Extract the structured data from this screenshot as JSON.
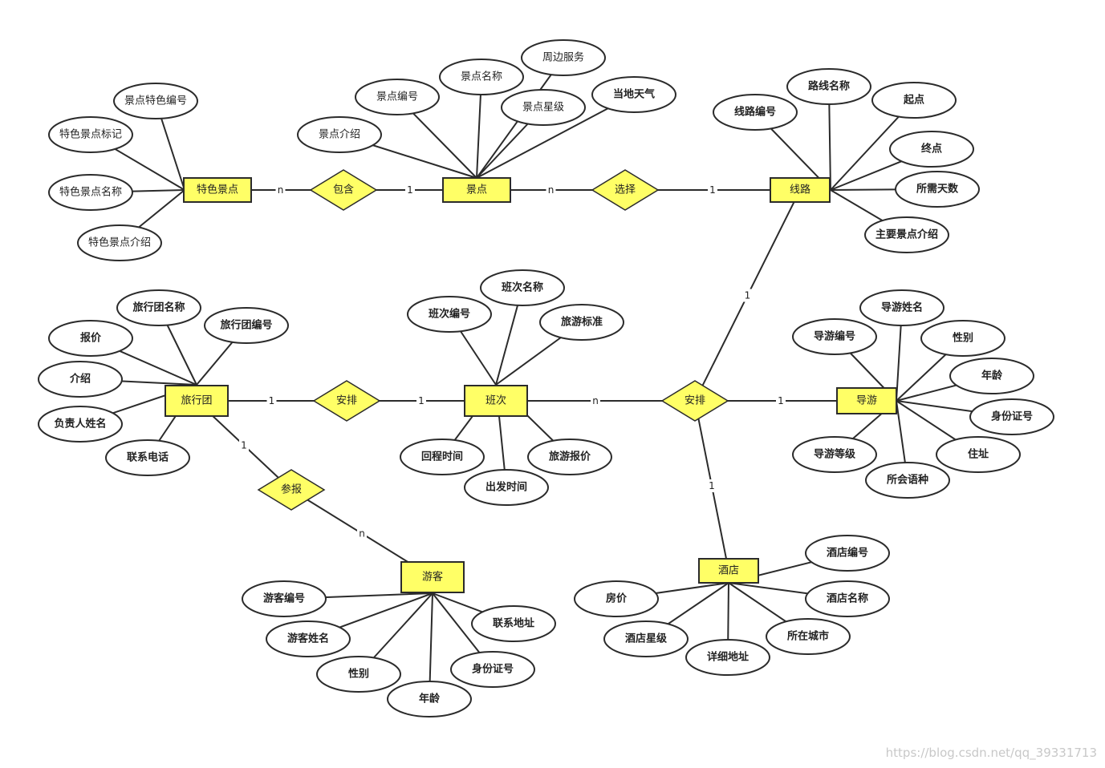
{
  "entities": [
    {
      "id": "tsjd",
      "label": "特色景点"
    },
    {
      "id": "jd",
      "label": "景点"
    },
    {
      "id": "xl",
      "label": "线路"
    },
    {
      "id": "lxt",
      "label": "旅行团"
    },
    {
      "id": "bc",
      "label": "班次"
    },
    {
      "id": "dy",
      "label": "导游"
    },
    {
      "id": "yk",
      "label": "游客"
    },
    {
      "id": "jdian",
      "label": "酒店"
    }
  ],
  "relations": [
    {
      "id": "bh",
      "label": "包含"
    },
    {
      "id": "xz",
      "label": "选择"
    },
    {
      "id": "ap1",
      "label": "安排"
    },
    {
      "id": "ap2",
      "label": "安排"
    },
    {
      "id": "cb",
      "label": "参报"
    }
  ],
  "attributes": [
    {
      "id": "a1",
      "label": "景点特色编号",
      "of": "tsjd"
    },
    {
      "id": "a2",
      "label": "特色景点标记",
      "of": "tsjd"
    },
    {
      "id": "a3",
      "label": "特色景点名称",
      "of": "tsjd"
    },
    {
      "id": "a4",
      "label": "特色景点介绍",
      "of": "tsjd"
    },
    {
      "id": "b1",
      "label": "景点介绍",
      "of": "jd"
    },
    {
      "id": "b2",
      "label": "景点编号",
      "of": "jd"
    },
    {
      "id": "b3",
      "label": "景点名称",
      "of": "jd"
    },
    {
      "id": "b4",
      "label": "周边服务",
      "of": "jd"
    },
    {
      "id": "b5",
      "label": "景点星级",
      "of": "jd"
    },
    {
      "id": "b6",
      "label": "当地天气",
      "of": "jd"
    },
    {
      "id": "c1",
      "label": "线路编号",
      "of": "xl"
    },
    {
      "id": "c2",
      "label": "路线名称",
      "of": "xl"
    },
    {
      "id": "c3",
      "label": "起点",
      "of": "xl"
    },
    {
      "id": "c4",
      "label": "终点",
      "of": "xl"
    },
    {
      "id": "c5",
      "label": "所需天数",
      "of": "xl"
    },
    {
      "id": "c6",
      "label": "主要景点介绍",
      "of": "xl"
    },
    {
      "id": "d1",
      "label": "旅行团名称",
      "of": "lxt"
    },
    {
      "id": "d2",
      "label": "报价",
      "of": "lxt"
    },
    {
      "id": "d3",
      "label": "旅行团编号",
      "of": "lxt"
    },
    {
      "id": "d4",
      "label": "介绍",
      "of": "lxt"
    },
    {
      "id": "d5",
      "label": "负责人姓名",
      "of": "lxt"
    },
    {
      "id": "d6",
      "label": "联系电话",
      "of": "lxt"
    },
    {
      "id": "e1",
      "label": "班次名称",
      "of": "bc"
    },
    {
      "id": "e2",
      "label": "班次编号",
      "of": "bc"
    },
    {
      "id": "e3",
      "label": "旅游标准",
      "of": "bc"
    },
    {
      "id": "e4",
      "label": "回程时间",
      "of": "bc"
    },
    {
      "id": "e5",
      "label": "旅游报价",
      "of": "bc"
    },
    {
      "id": "e6",
      "label": "出发时间",
      "of": "bc"
    },
    {
      "id": "f1",
      "label": "导游姓名",
      "of": "dy"
    },
    {
      "id": "f2",
      "label": "导游编号",
      "of": "dy"
    },
    {
      "id": "f3",
      "label": "性别",
      "of": "dy"
    },
    {
      "id": "f4",
      "label": "年龄",
      "of": "dy"
    },
    {
      "id": "f5",
      "label": "身份证号",
      "of": "dy"
    },
    {
      "id": "f6",
      "label": "导游等级",
      "of": "dy"
    },
    {
      "id": "f7",
      "label": "住址",
      "of": "dy"
    },
    {
      "id": "f8",
      "label": "所会语种",
      "of": "dy"
    },
    {
      "id": "g1",
      "label": "游客编号",
      "of": "yk"
    },
    {
      "id": "g2",
      "label": "游客姓名",
      "of": "yk"
    },
    {
      "id": "g3",
      "label": "联系地址",
      "of": "yk"
    },
    {
      "id": "g4",
      "label": "身份证号",
      "of": "yk"
    },
    {
      "id": "g5",
      "label": "性别",
      "of": "yk"
    },
    {
      "id": "g6",
      "label": "年龄",
      "of": "yk"
    },
    {
      "id": "h1",
      "label": "酒店编号",
      "of": "jdian"
    },
    {
      "id": "h2",
      "label": "酒店名称",
      "of": "jdian"
    },
    {
      "id": "h3",
      "label": "房价",
      "of": "jdian"
    },
    {
      "id": "h4",
      "label": "所在城市",
      "of": "jdian"
    },
    {
      "id": "h5",
      "label": "酒店星级",
      "of": "jdian"
    },
    {
      "id": "h6",
      "label": "详细地址",
      "of": "jdian"
    }
  ],
  "links": [
    {
      "from": "tsjd",
      "to": "bh",
      "card": "n"
    },
    {
      "from": "bh",
      "to": "jd",
      "card": "1"
    },
    {
      "from": "jd",
      "to": "xz",
      "card": "n"
    },
    {
      "from": "xz",
      "to": "xl",
      "card": "1"
    },
    {
      "from": "xl",
      "to": "ap2",
      "card": "1"
    },
    {
      "from": "lxt",
      "to": "ap1",
      "card": "1"
    },
    {
      "from": "ap1",
      "to": "bc",
      "card": "1"
    },
    {
      "from": "bc",
      "to": "ap2",
      "card": "n"
    },
    {
      "from": "ap2",
      "to": "dy",
      "card": "1"
    },
    {
      "from": "ap2",
      "to": "jdian",
      "card": "1"
    },
    {
      "from": "lxt",
      "to": "cb",
      "card": "1"
    },
    {
      "from": "cb",
      "to": "yk",
      "card": "n"
    }
  ],
  "watermark": "https://blog.csdn.net/qq_39331713"
}
